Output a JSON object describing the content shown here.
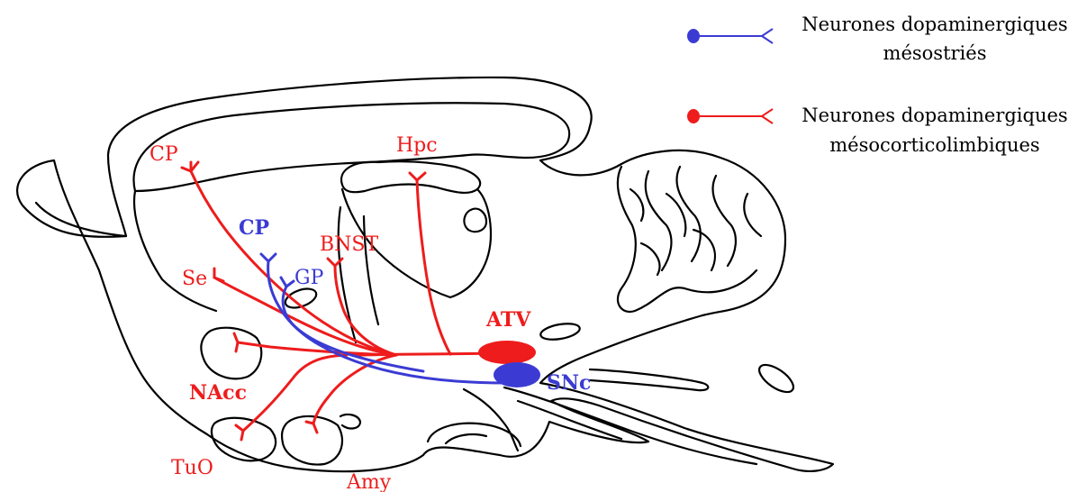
{
  "colors": {
    "mesostriatal": "#3b3bd4",
    "mesocorticolimbic": "#ee1c1c",
    "outline": "#000000"
  },
  "legend": {
    "mesostriatal": {
      "line1": "Neurones dopaminergiques",
      "line2": "mésostriés"
    },
    "mesocorticolimbic": {
      "line1": "Neurones dopaminergiques",
      "line2": "mésocorticolimbiques"
    }
  },
  "labels": {
    "cp_red": "CP",
    "hpc": "Hpc",
    "bnst": "BNST",
    "se": "Se",
    "cp_blue": "CP",
    "gp": "GP",
    "atv": "ATV",
    "snc": "SNc",
    "nacc": "NAcc",
    "tuo": "TuO",
    "amy": "Amy"
  }
}
